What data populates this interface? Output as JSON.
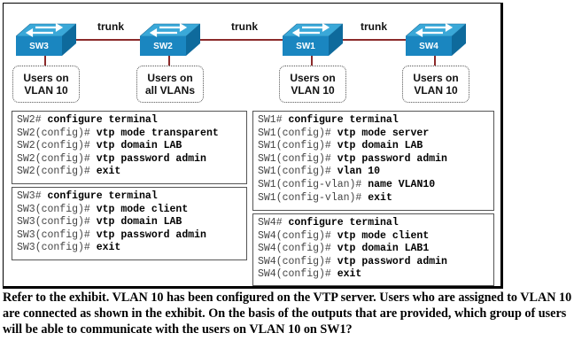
{
  "diagram": {
    "links": [
      {
        "from": "SW3",
        "to": "SW2",
        "label": "trunk"
      },
      {
        "from": "SW2",
        "to": "SW1",
        "label": "trunk"
      },
      {
        "from": "SW1",
        "to": "SW4",
        "label": "trunk"
      }
    ],
    "switches": [
      {
        "name": "SW3",
        "users": [
          "Users on",
          "VLAN 10"
        ]
      },
      {
        "name": "SW2",
        "users": [
          "Users on",
          "all VLANs"
        ]
      },
      {
        "name": "SW1",
        "users": [
          "Users on",
          "VLAN 10"
        ]
      },
      {
        "name": "SW4",
        "users": [
          "Users on",
          "VLAN 10"
        ]
      }
    ],
    "colors": {
      "switch_top": "#3aa8d8",
      "switch_front": "#1a86c0",
      "switch_side": "#0e6a9c",
      "link": "#8b2a2a"
    }
  },
  "configs": {
    "sw2": [
      {
        "prompt": "SW2# ",
        "cmd": "configure terminal"
      },
      {
        "prompt": "SW2(config)# ",
        "cmd": "vtp mode transparent"
      },
      {
        "prompt": "SW2(config)# ",
        "cmd": "vtp domain LAB"
      },
      {
        "prompt": "SW2(config)# ",
        "cmd": "vtp password admin"
      },
      {
        "prompt": "SW2(config)# ",
        "cmd": "exit"
      }
    ],
    "sw3": [
      {
        "prompt": "SW3# ",
        "cmd": "configure terminal"
      },
      {
        "prompt": "SW3(config)# ",
        "cmd": "vtp mode client"
      },
      {
        "prompt": "SW3(config)# ",
        "cmd": "vtp domain LAB"
      },
      {
        "prompt": "SW3(config)# ",
        "cmd": "vtp password admin"
      },
      {
        "prompt": "SW3(config)# ",
        "cmd": "exit"
      }
    ],
    "sw1": [
      {
        "prompt": "SW1# ",
        "cmd": "configure terminal"
      },
      {
        "prompt": "SW1(config)# ",
        "cmd": "vtp mode server"
      },
      {
        "prompt": "SW1(config)# ",
        "cmd": "vtp domain LAB"
      },
      {
        "prompt": "SW1(config)# ",
        "cmd": "vtp password admin"
      },
      {
        "prompt": "SW1(config)# ",
        "cmd": "vlan 10"
      },
      {
        "prompt": "SW1(config-vlan)# ",
        "cmd": "name VLAN10"
      },
      {
        "prompt": "SW1(config-vlan)# ",
        "cmd": "exit"
      }
    ],
    "sw4": [
      {
        "prompt": "SW4# ",
        "cmd": "configure terminal"
      },
      {
        "prompt": "SW4(config)# ",
        "cmd": "vtp mode client"
      },
      {
        "prompt": "SW4(config)# ",
        "cmd": "vtp domain LAB1"
      },
      {
        "prompt": "SW4(config)# ",
        "cmd": "vtp password admin"
      },
      {
        "prompt": "SW4(config)# ",
        "cmd": "exit"
      }
    ]
  },
  "question": "Refer to the exhibit. VLAN 10 has been configured on the VTP server. Users who are assigned to VLAN 10 are connected as shown in the exhibit. On the basis of the outputs that are provided, which group of users will be able to communicate with the users on VLAN 10 on SW1?"
}
